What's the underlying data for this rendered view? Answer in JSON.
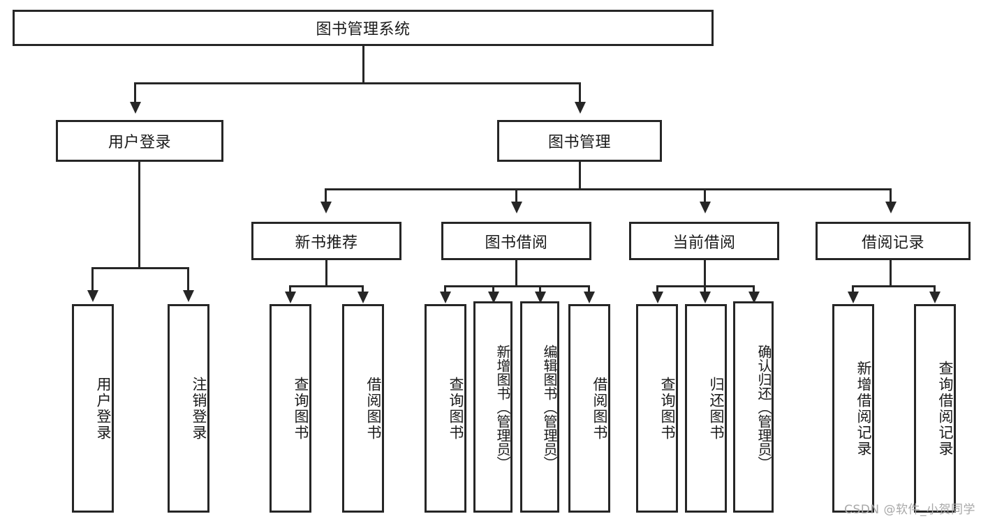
{
  "diagram": {
    "title": "图书管理系统",
    "type": "tree-hierarchy-chart",
    "root": {
      "label": "图书管理系统"
    },
    "level2": [
      {
        "label": "用户登录"
      },
      {
        "label": "图书管理"
      }
    ],
    "level3": [
      {
        "label": "新书推荐"
      },
      {
        "label": "图书借阅"
      },
      {
        "label": "当前借阅"
      },
      {
        "label": "借阅记录"
      }
    ],
    "leaves": {
      "user_login": [
        {
          "label": "用户登录"
        },
        {
          "label": "注销登录"
        }
      ],
      "new_book_recommend": [
        {
          "label": "查询图书"
        },
        {
          "label": "借阅图书"
        }
      ],
      "book_borrow": [
        {
          "label": "查询图书"
        },
        {
          "label": "新增图书（管理员）"
        },
        {
          "label": "编辑图书（管理员）"
        },
        {
          "label": "借阅图书"
        }
      ],
      "current_borrow": [
        {
          "label": "查询图书"
        },
        {
          "label": "归还图书"
        },
        {
          "label": "确认归还（管理员）"
        }
      ],
      "borrow_record": [
        {
          "label": "新增借阅记录"
        },
        {
          "label": "查询借阅记录"
        }
      ]
    }
  },
  "watermark": {
    "text": "CSDN @软件_小贺同学"
  },
  "colors": {
    "stroke": "#262626",
    "background": "#ffffff",
    "text": "#1a1a1a",
    "watermark": "#a8a8a8"
  }
}
